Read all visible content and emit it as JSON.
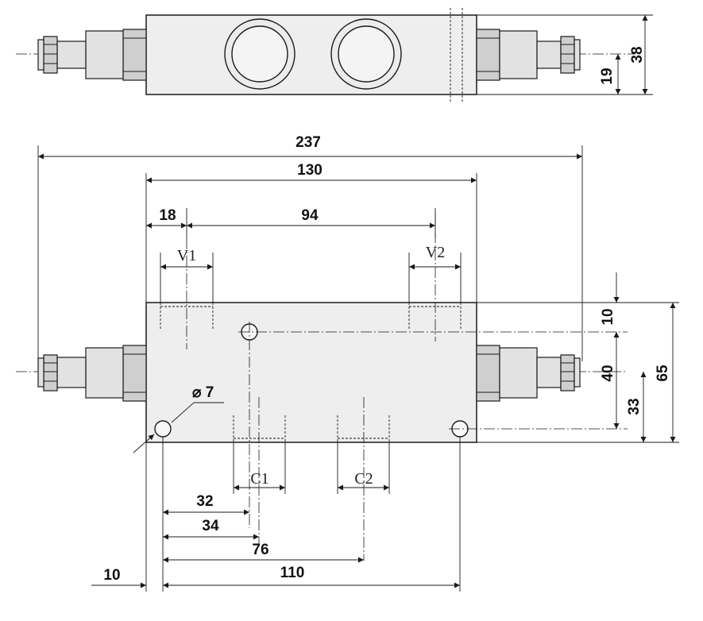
{
  "top_view": {
    "dims": {
      "height_total": "38",
      "height_half": "19"
    }
  },
  "front_view": {
    "dims": {
      "overall_length": "237",
      "block_length": "130",
      "v1_offset": "18",
      "v_spacing": "94",
      "top_to_hole": "10",
      "hole_spacing_v": "40",
      "height_total": "65",
      "axis_height": "33",
      "hole_diameter": "⌀ 7",
      "c1_left": "32",
      "c1_center": "34",
      "c2_center": "76",
      "mount_spacing": "110",
      "mount_offset": "10"
    },
    "ports": {
      "v1": "V1",
      "v2": "V2",
      "c1": "C1",
      "c2": "C2"
    }
  }
}
